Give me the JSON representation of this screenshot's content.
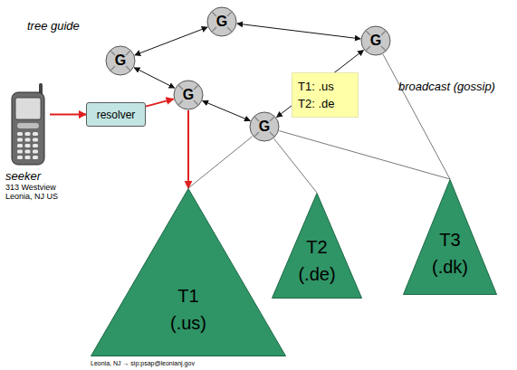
{
  "diagram": {
    "nodes": [
      {
        "text": [
          "G"
        ]
      },
      {
        "text": [
          "G"
        ]
      },
      {
        "text": [
          "G"
        ]
      },
      {
        "text": [
          "G"
        ]
      },
      {
        "text": [
          "T1: .us",
          "T2: .de"
        ]
      },
      {
        "text": [
          "G"
        ]
      },
      {
        "text": [
          "seeker",
          "313 Westview Leonia, NJ US"
        ]
      },
      {
        "text": [
          "resolver"
        ]
      },
      {
        "text": [
          "T1",
          "(.us)"
        ]
      },
      {
        "text": [
          "T2",
          "(.de)"
        ]
      },
      {
        "text": [
          "T3",
          "(.dk)"
        ]
      }
    ],
    "edges": [
      {
        "from": 0,
        "to": 1,
        "arrow": "both"
      },
      {
        "from": 1,
        "to": 2,
        "arrow": "both"
      },
      {
        "from": 0,
        "to": 3,
        "arrow": "both"
      },
      {
        "from": 3,
        "to": 5,
        "arrow": "both"
      },
      {
        "from": 5,
        "to": 2,
        "arrow": "both"
      },
      {
        "from": 6,
        "to": 7,
        "arrow": "to"
      },
      {
        "from": 7,
        "to": 3,
        "arrow": "to"
      },
      {
        "from": 3,
        "to": 8,
        "arrow": "to"
      },
      {
        "from": 5,
        "to": 8,
        "arrow": "none"
      },
      {
        "from": 5,
        "to": 9,
        "arrow": "none"
      },
      {
        "from": 5,
        "to": 10,
        "arrow": "none"
      },
      {
        "from": 2,
        "to": 10,
        "arrow": "none"
      }
    ],
    "labels": [
      "tree guide",
      "broadcast (gossip)",
      "Leonia, NJ → sip:psap@leonianj.gov"
    ]
  }
}
